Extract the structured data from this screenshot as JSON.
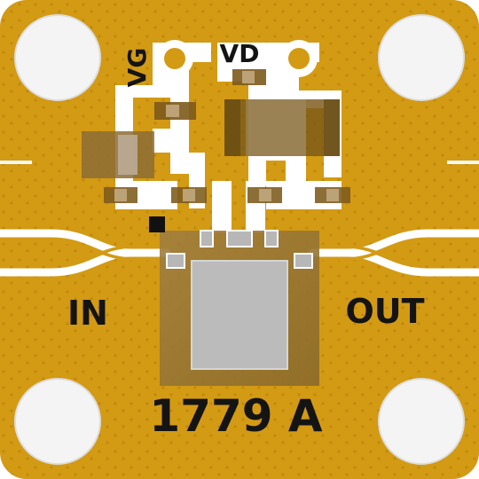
{
  "labels": {
    "vg": "VG",
    "vd": "VD",
    "input": "IN",
    "output": "OUT",
    "part_number": "1779 A"
  },
  "colors": {
    "substrate": "#D39A14",
    "substrate_dark": "#C88E0E",
    "via": "#B97C08",
    "trace": "#FFFFFF",
    "text": "#141414",
    "component_dark": "#7F5B12",
    "package": "#9B7A37",
    "die": "#BBBBBB"
  }
}
